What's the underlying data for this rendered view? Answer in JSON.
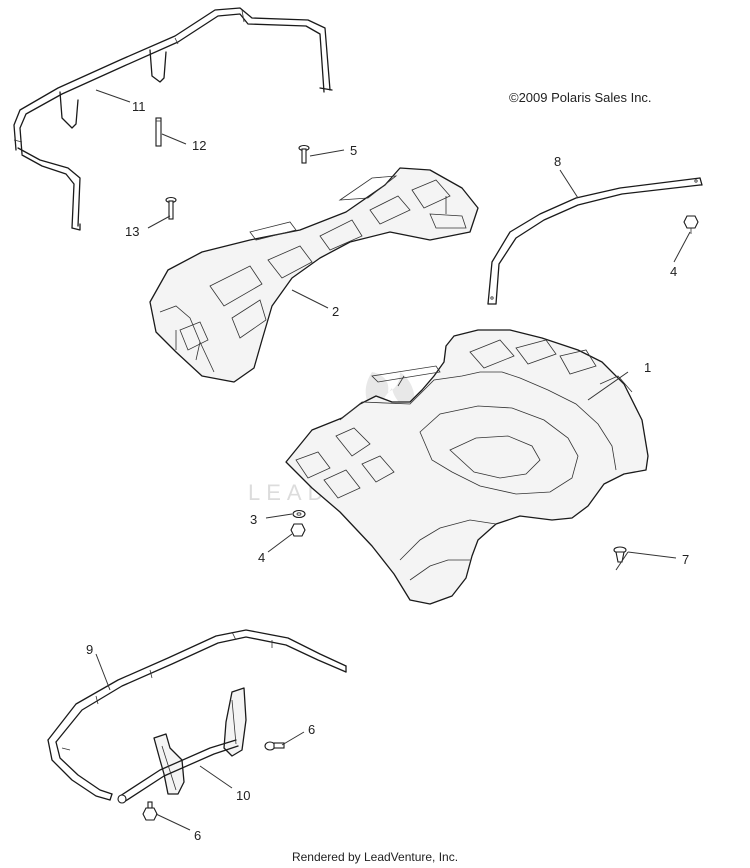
{
  "copyright": "©2009 Polaris Sales Inc.",
  "footer": "Rendered by LeadVenture, Inc.",
  "watermark": "LEADVENTURE",
  "callouts": {
    "c1": "1",
    "c2": "2",
    "c3": "3",
    "c4a": "4",
    "c4b": "4",
    "c5": "5",
    "c6a": "6",
    "c6b": "6",
    "c7": "7",
    "c8": "8",
    "c9": "9",
    "c10": "10",
    "c11": "11",
    "c12": "12",
    "c13": "13"
  }
}
